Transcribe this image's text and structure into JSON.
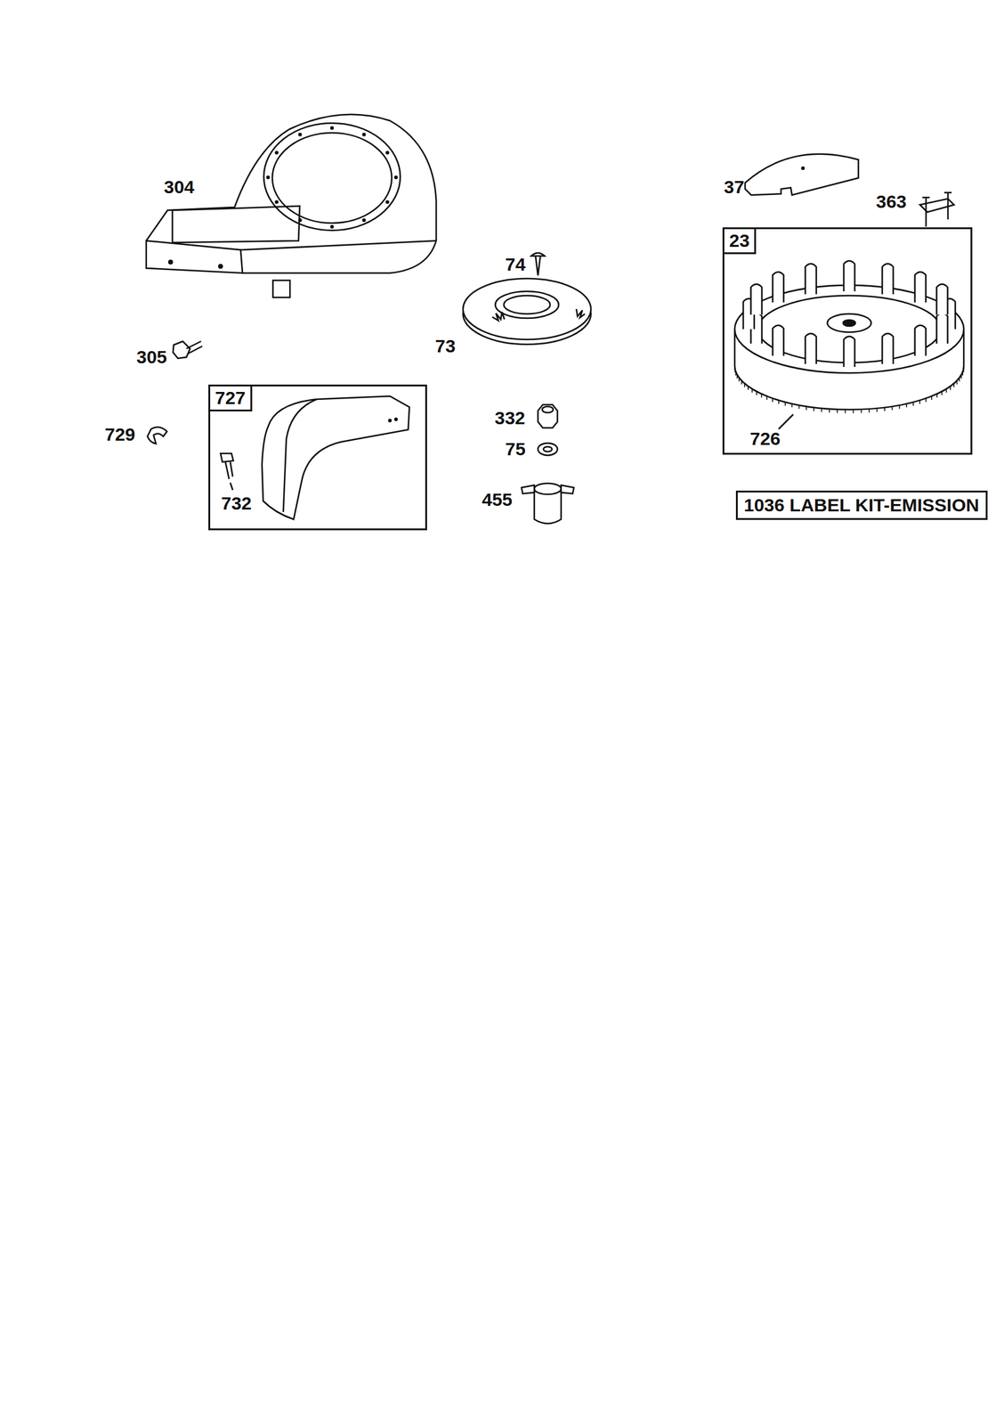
{
  "diagram": {
    "nodes": [
      {
        "text": [
          "727",
          "732"
        ]
      },
      {
        "text": [
          "23",
          "726"
        ]
      },
      {
        "text": [
          "1036 LABEL KIT-EMISSION"
        ]
      }
    ],
    "labels": [
      "304",
      "305",
      "729",
      "74",
      "73",
      "332",
      "75",
      "455",
      "37",
      "363"
    ]
  }
}
